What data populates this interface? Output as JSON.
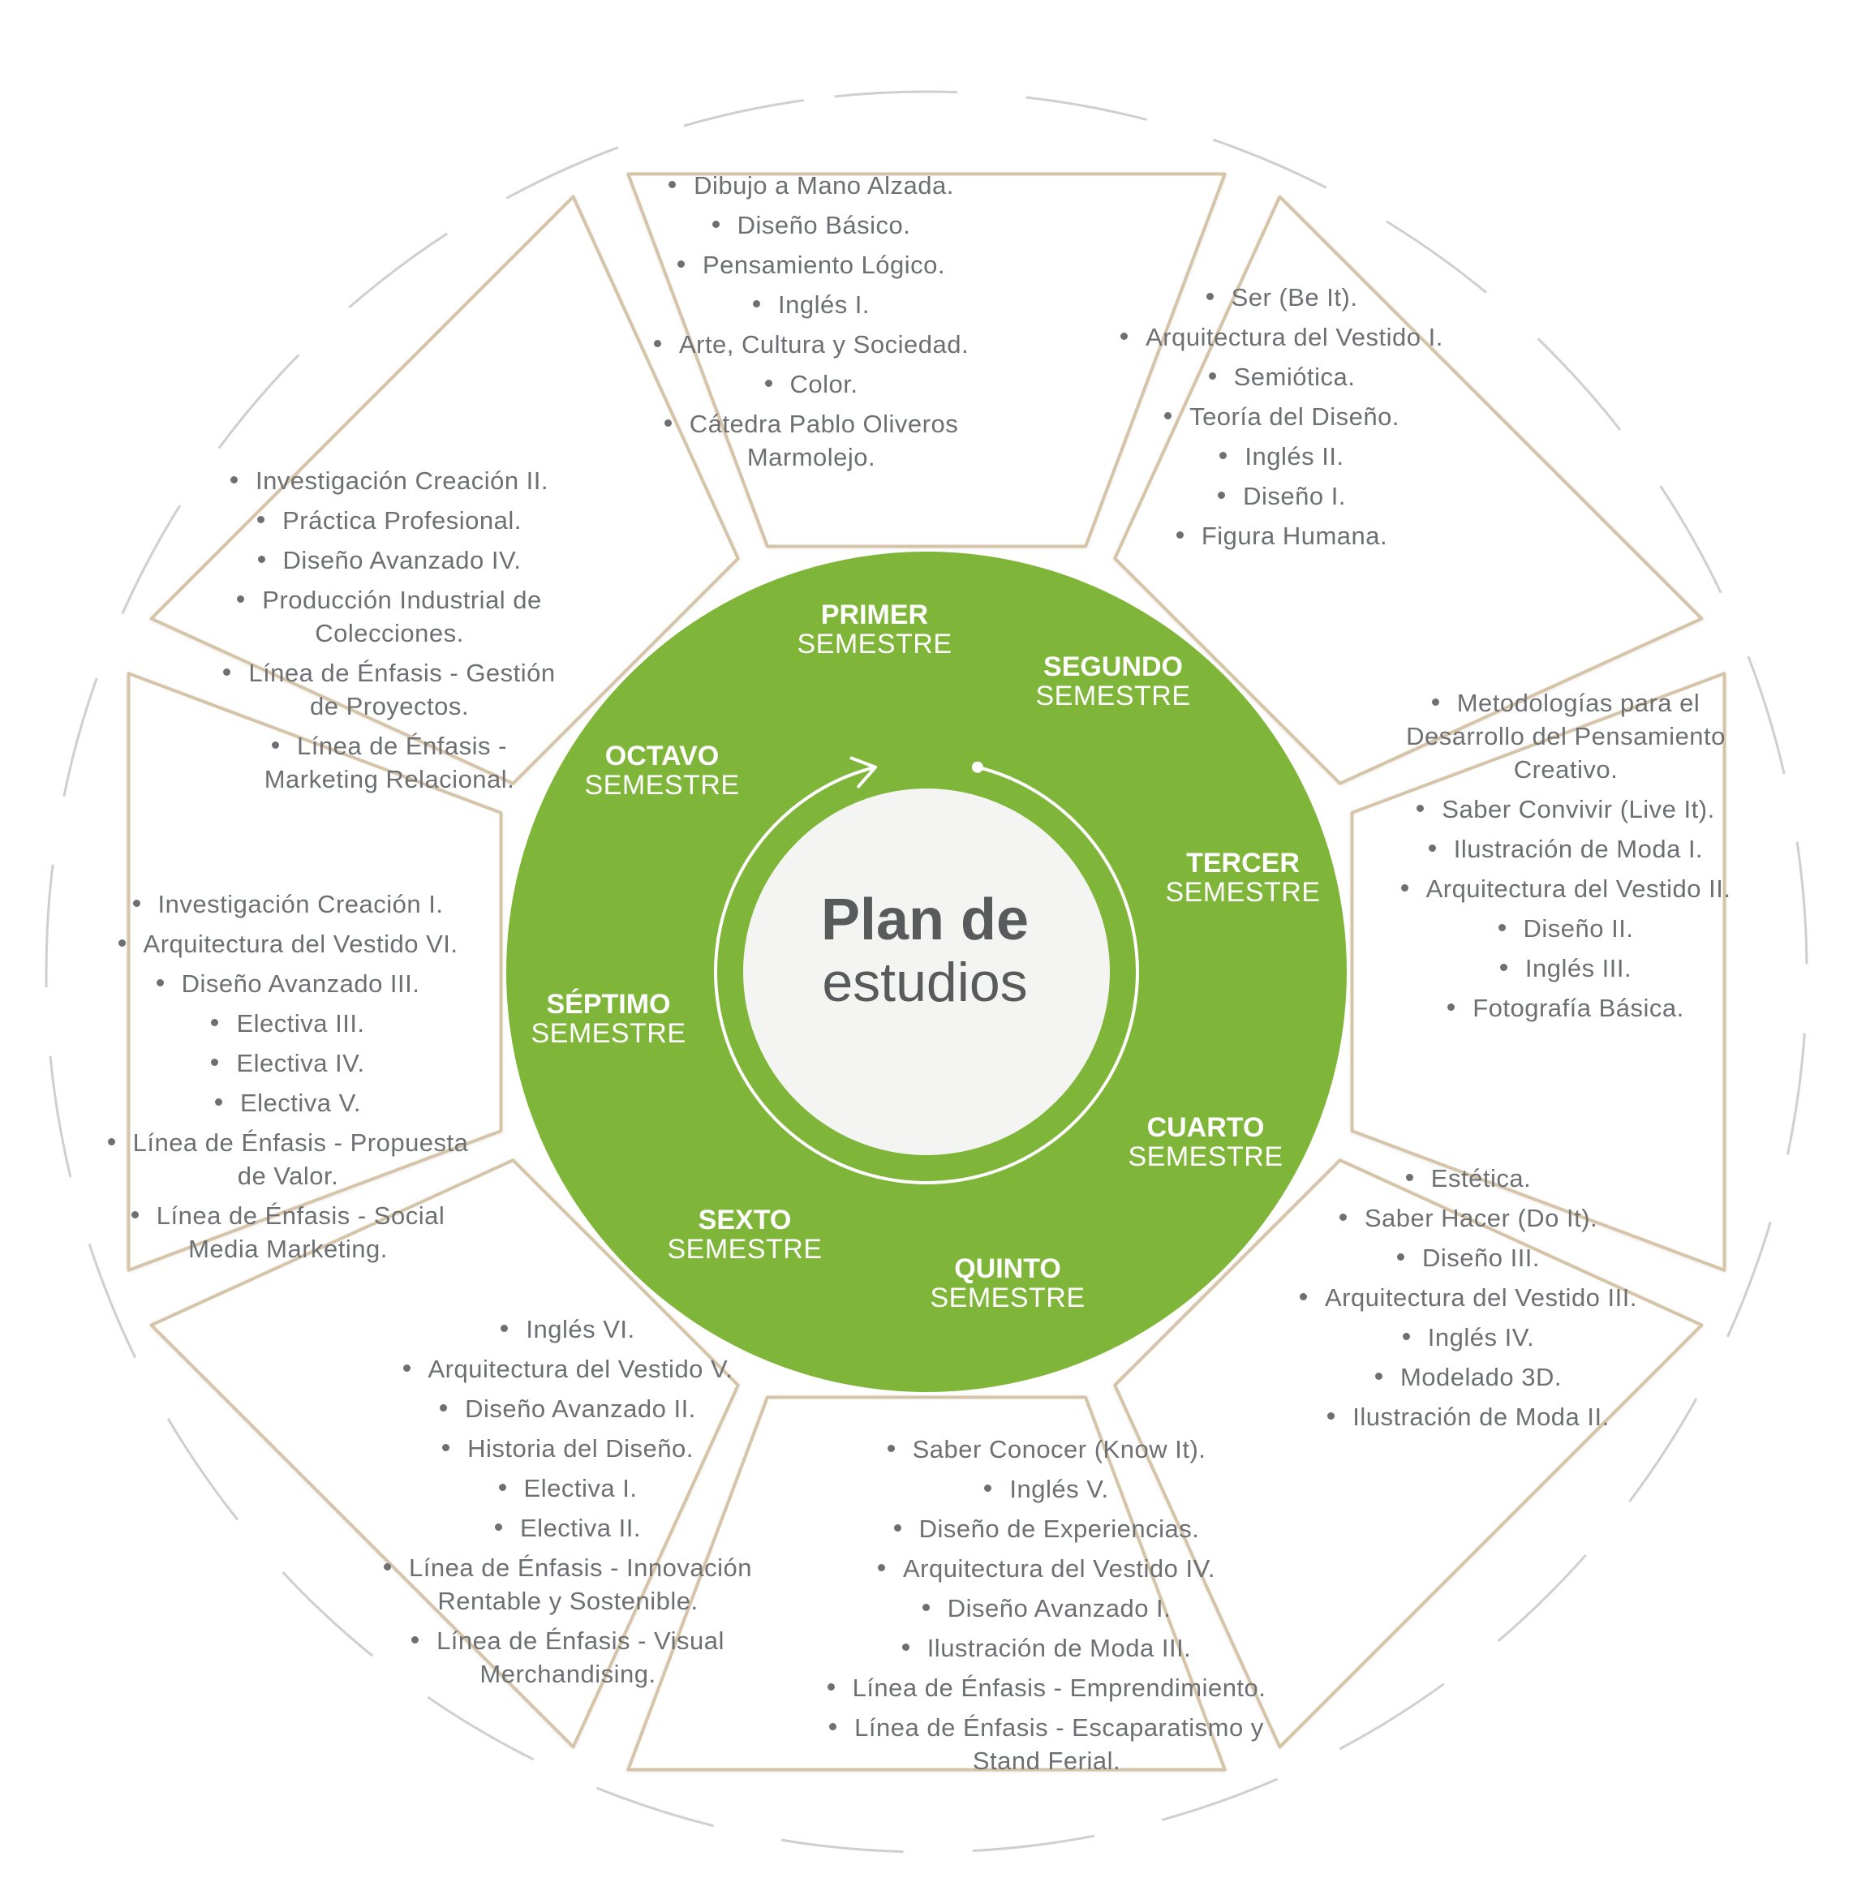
{
  "center": {
    "title_line1": "Plan de",
    "title_line2": "estudios"
  },
  "colors": {
    "ring": "#7fb539",
    "center": "#f4f4f2",
    "panel_border": "#d6c4a8",
    "text": "#6d6f72",
    "dash": "#cfcfcf"
  },
  "semesters": [
    {
      "ordinal": "PRIMER",
      "word": "SEMESTRE",
      "courses": [
        "Dibujo a Mano Alzada.",
        "Diseño Básico.",
        "Pensamiento Lógico.",
        "Inglés I.",
        "Arte, Cultura y Sociedad.",
        "Color.",
        "Cátedra Pablo Oliveros Marmolejo."
      ]
    },
    {
      "ordinal": "SEGUNDO",
      "word": "SEMESTRE",
      "courses": [
        "Ser (Be It).",
        "Arquitectura del Vestido I.",
        "Semiótica.",
        "Teoría del Diseño.",
        "Inglés II.",
        "Diseño I.",
        "Figura Humana."
      ]
    },
    {
      "ordinal": "TERCER",
      "word": "SEMESTRE",
      "courses": [
        "Metodologías para el Desarrollo del Pensamiento Creativo.",
        "Saber Convivir (Live It).",
        "Ilustración de Moda I.",
        "Arquitectura del Vestido II.",
        "Diseño II.",
        "Inglés III.",
        "Fotografía Básica."
      ]
    },
    {
      "ordinal": "CUARTO",
      "word": "SEMESTRE",
      "courses": [
        "Estética.",
        "Saber Hacer (Do It).",
        "Diseño III.",
        "Arquitectura del Vestido III.",
        "Inglés IV.",
        "Modelado 3D.",
        "Ilustración de Moda II."
      ]
    },
    {
      "ordinal": "QUINTO",
      "word": "SEMESTRE",
      "courses": [
        "Saber Conocer (Know It).",
        "Inglés V.",
        "Diseño de Experiencias.",
        "Arquitectura del Vestido IV.",
        "Diseño Avanzado I.",
        "Ilustración de Moda III.",
        "Línea de Énfasis - Emprendimiento.",
        "Línea de Énfasis - Escaparatismo y Stand Ferial."
      ]
    },
    {
      "ordinal": "SEXTO",
      "word": "SEMESTRE",
      "courses": [
        "Inglés VI.",
        "Arquitectura del Vestido V.",
        "Diseño Avanzado II.",
        "Historia del Diseño.",
        "Electiva I.",
        "Electiva II.",
        "Línea de Énfasis - Innovación Rentable y Sostenible.",
        "Línea de Énfasis - Visual Merchandising."
      ]
    },
    {
      "ordinal": "SÉPTIMO",
      "word": "SEMESTRE",
      "courses": [
        "Investigación Creación I.",
        "Arquitectura del Vestido VI.",
        "Diseño Avanzado III.",
        "Electiva III.",
        "Electiva IV.",
        "Electiva V.",
        "Línea de Énfasis - Propuesta de Valor.",
        "Línea de Énfasis - Social Media Marketing."
      ]
    },
    {
      "ordinal": "OCTAVO",
      "word": "SEMESTRE",
      "courses": [
        "Investigación Creación II.",
        "Práctica Profesional.",
        "Diseño Avanzado IV.",
        "Producción Industrial de Colecciones.",
        "Línea de Énfasis - Gestión de Proyectos.",
        "Línea de Énfasis - Marketing Relacional."
      ]
    }
  ]
}
